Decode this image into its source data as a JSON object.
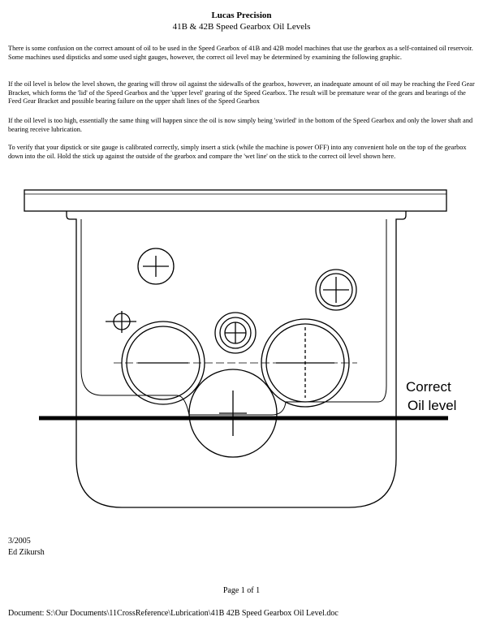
{
  "header": {
    "title": "Lucas Precision",
    "subtitle": "41B & 42B Speed Gearbox Oil Levels"
  },
  "body": {
    "paragraphs": [
      "There is some confusion on the correct amount of oil to be used in the Speed Gearbox of 41B and 42B model machines that use the gearbox as a self-contained oil reservoir.  Some machines used dipsticks and some used sight gauges, however, the correct oil level may be determined by examining the following graphic.",
      "If the oil level is below the level shown, the gearing will throw oil against the sidewalls of the gearbox, however, an inadequate amount of oil may be reaching the Feed Gear Bracket, which forms the 'lid' of the Speed Gearbox and the 'upper level' gearing of the Speed Gearbox.  The result will be premature wear of the gears and bearings of the Feed Gear Bracket and possible bearing failure on the upper shaft lines of the Speed Gearbox",
      "If the oil level is too high, essentially the same thing will happen since the oil is now simply being 'swirled' in the bottom of the Speed Gearbox and only the lower shaft and bearing receive lubrication.",
      "To verify that your dipstick or site gauge is calibrated correctly, simply insert a stick (while the machine is power OFF) into any convenient hole on the top of the gearbox down into the oil.  Hold the stick up against the outside of the gearbox and compare the 'wet line' on the stick to the correct oil level shown here."
    ]
  },
  "diagram": {
    "callout_line1": "Correct",
    "callout_line2": "Oil level"
  },
  "footer": {
    "date": "3/2005",
    "author": "Ed Zikursh",
    "page": "Page 1 of 1",
    "document_path": "Document: S:\\Our Documents\\11CrossReference\\Lubrication\\41B 42B Speed Gearbox Oil Level.doc"
  }
}
